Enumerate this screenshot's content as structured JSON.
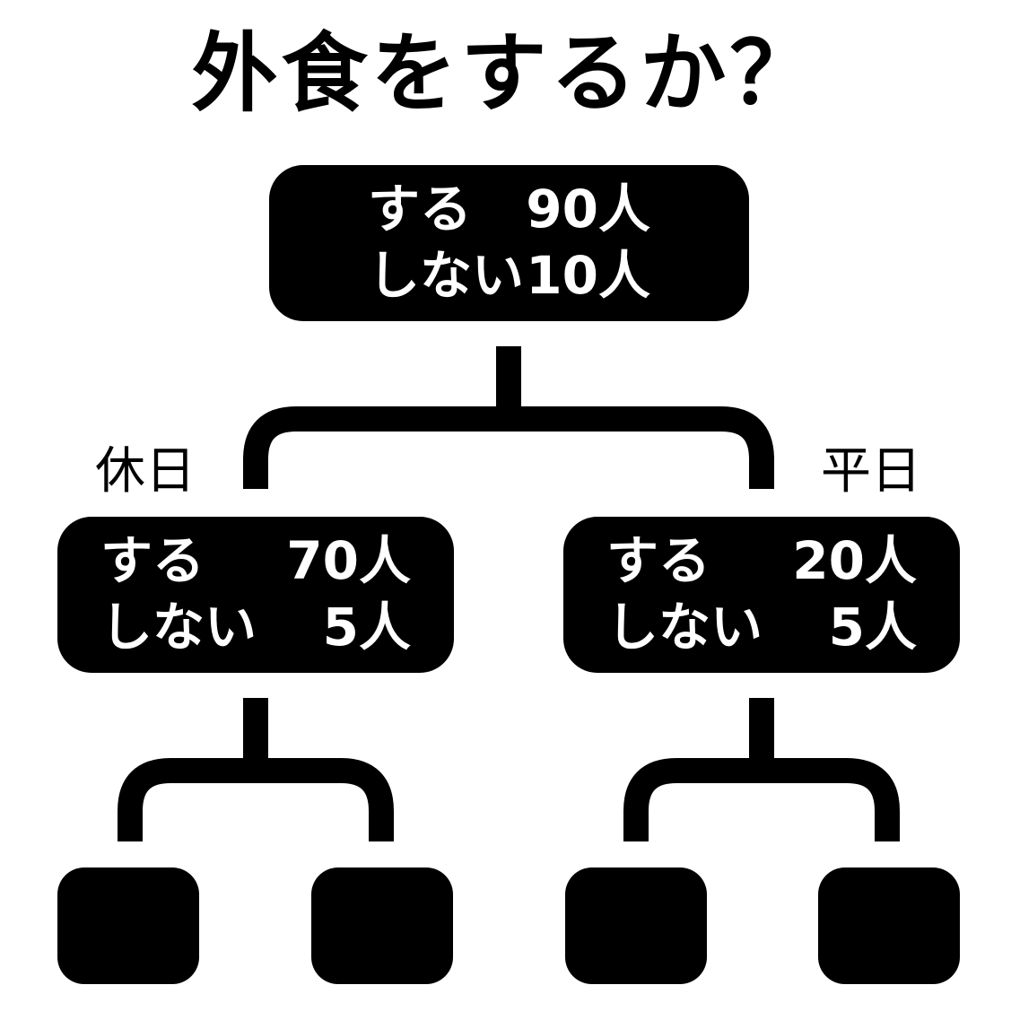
{
  "title": "外食をするか？",
  "root": {
    "row1_label": "する",
    "row1_value": "90人",
    "row2_label": "しない",
    "row2_value": "10人"
  },
  "branches": [
    {
      "label": "休日",
      "row1_label": "する",
      "row1_value": "70人",
      "row2_label": "しない",
      "row2_value": "5人"
    },
    {
      "label": "平日",
      "row1_label": "する",
      "row1_value": "20人",
      "row2_label": "しない",
      "row2_value": "5人"
    }
  ],
  "colors": {
    "node_fill": "#000000",
    "node_text": "#ffffff",
    "background": "#ffffff"
  }
}
